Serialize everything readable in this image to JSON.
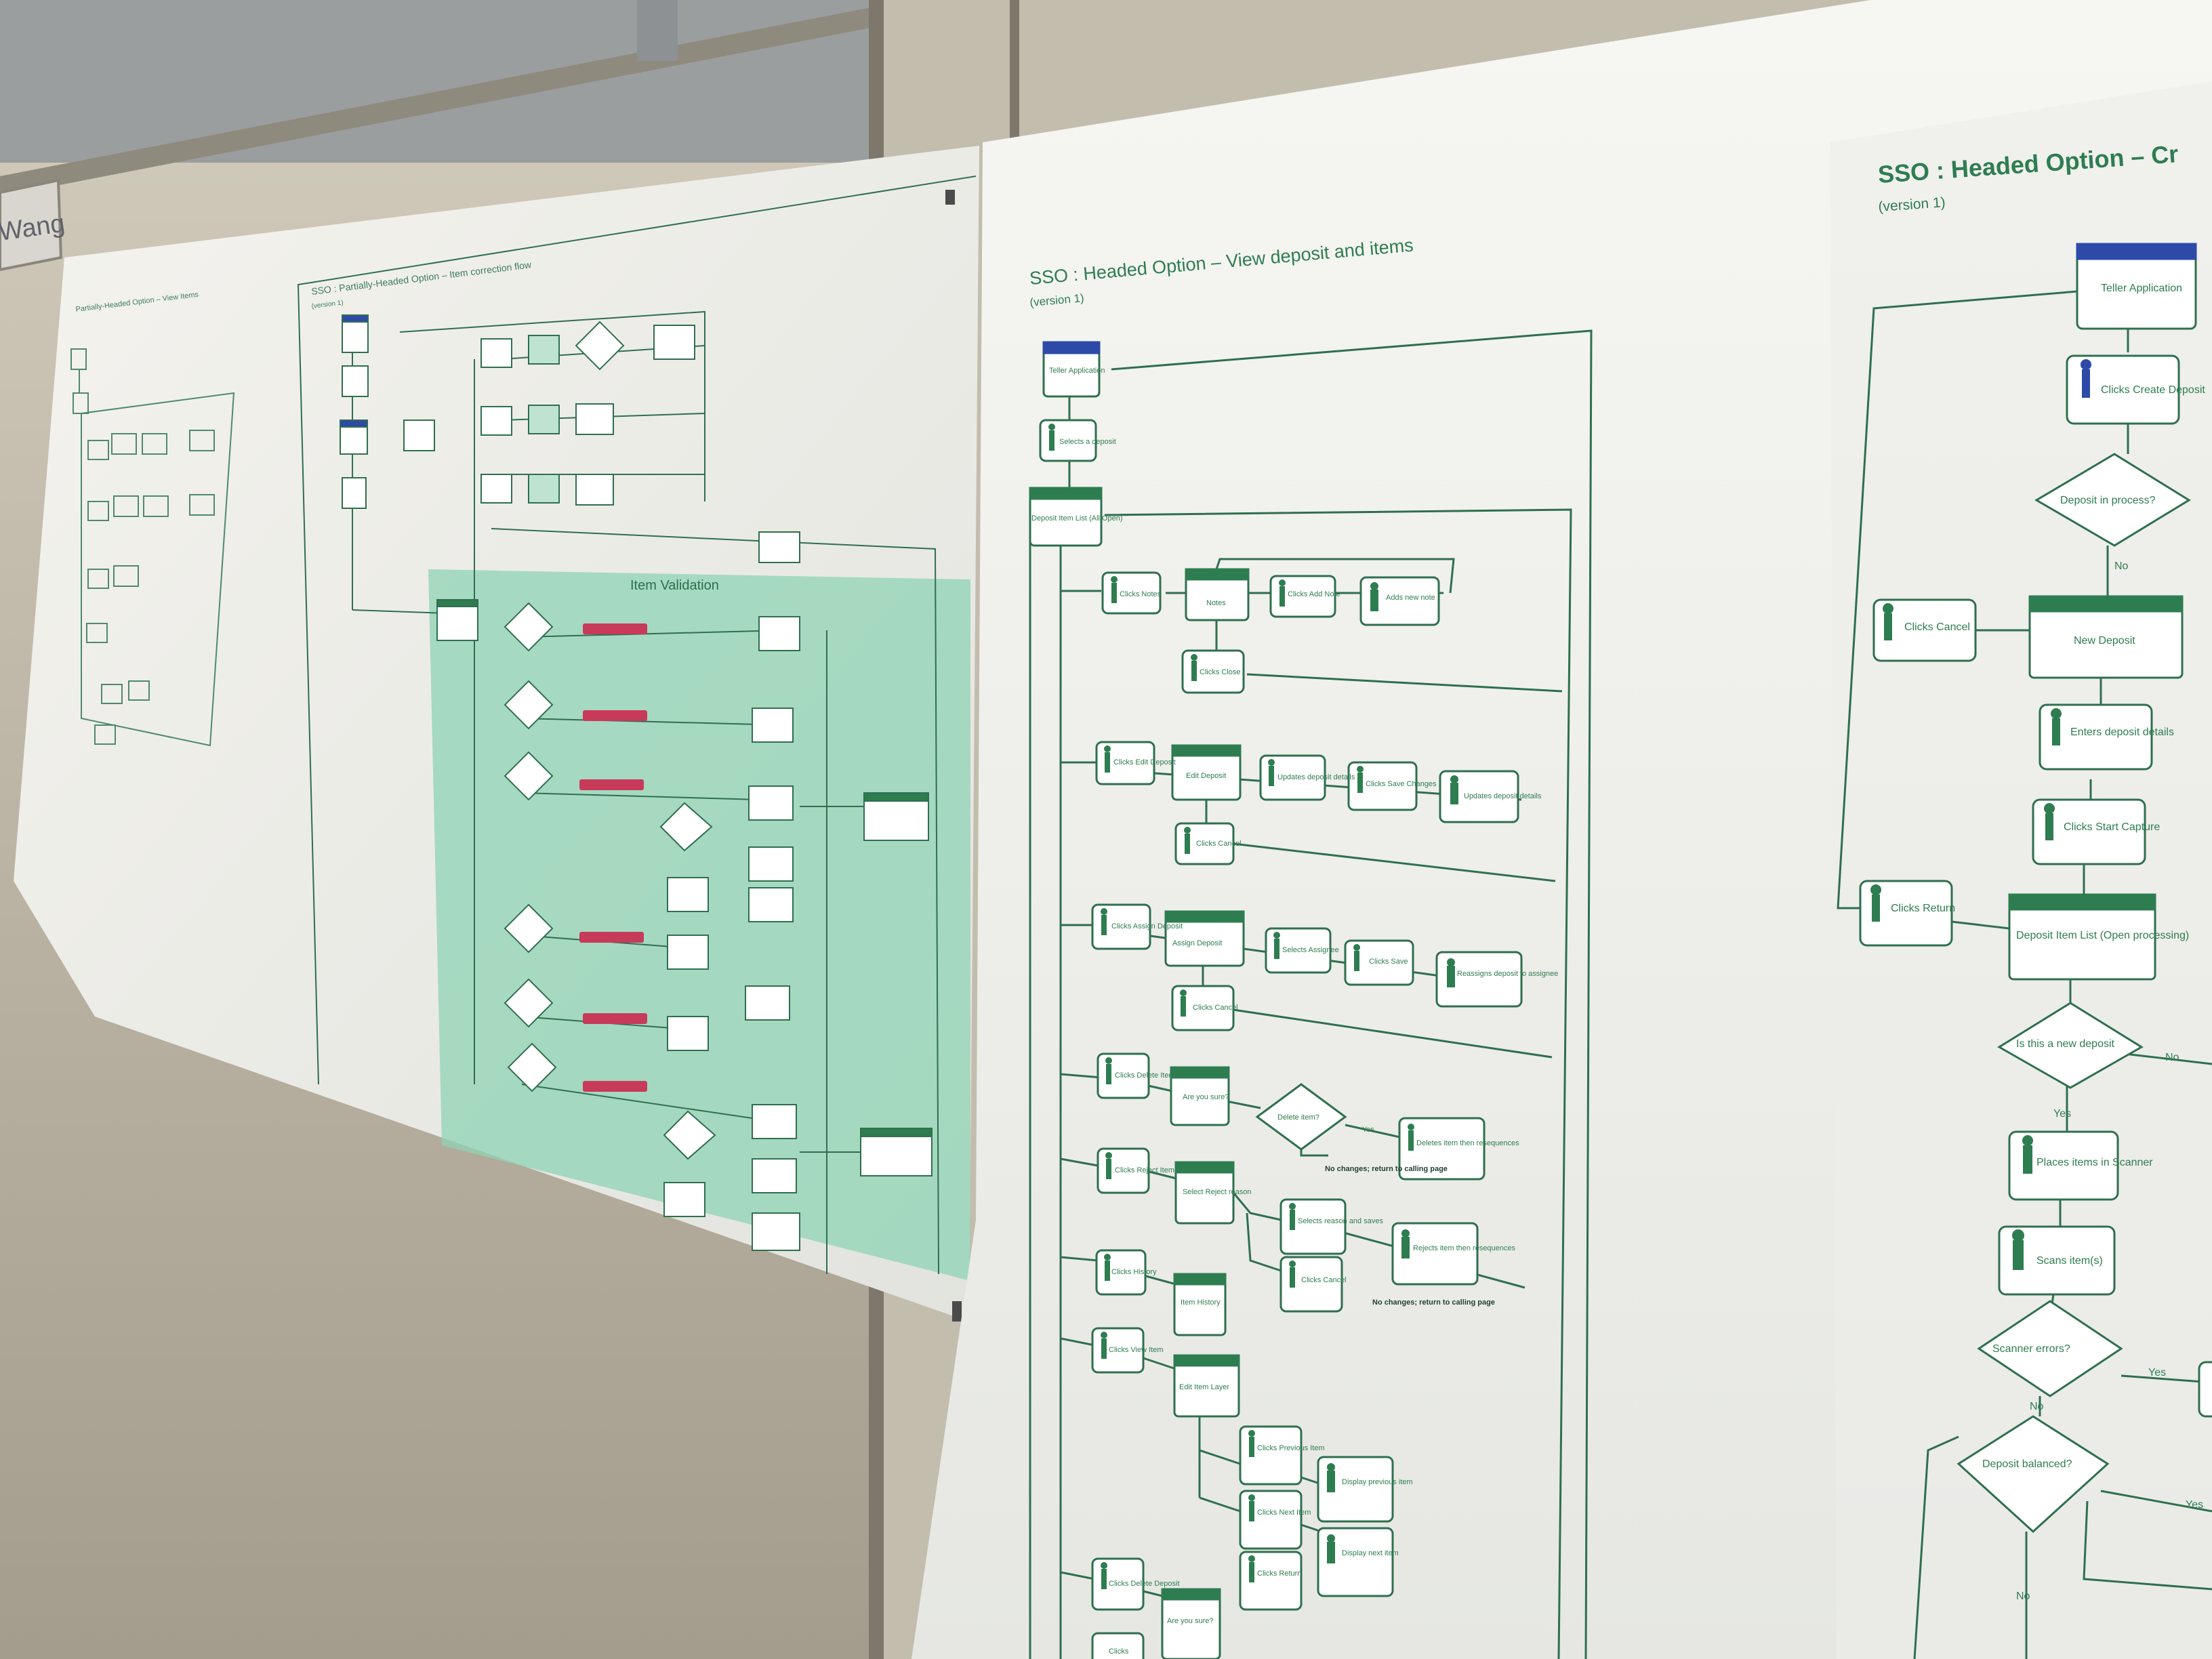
{
  "nameplate": {
    "text": "Wang"
  },
  "left_poster": {
    "tiny_title": "Partially-Headed Option – View Items",
    "title": "SSO : Partially-Headed Option – Item correction flow",
    "version": "(version 1)",
    "validation_label": "Item Validation"
  },
  "middle_poster": {
    "title": "SSO : Headed Option – View deposit and items",
    "version": "(version 1)",
    "nodes": {
      "teller_application": "Teller Application",
      "selects_deposit": "Selects a deposit",
      "deposit_item_list": "Deposit Item List (All Open)",
      "clicks_notes": "Clicks Notes",
      "notes": "Notes",
      "clicks_add_note": "Clicks Add Note",
      "adds_new_note": "Adds new note",
      "clicks_close": "Clicks Close",
      "clicks_edit_deposit": "Clicks Edit Deposit",
      "edit_deposit": "Edit Deposit",
      "updates_deposit_details": "Updates deposit details",
      "clicks_save_changes": "Clicks Save Changes",
      "updates_deposit_details_2": "Updates deposit details",
      "clicks_cancel": "Clicks Cancel",
      "clicks_assign_deposit": "Clicks Assign Deposit",
      "assign_deposit": "Assign Deposit",
      "selects_assignee": "Selects Assignee",
      "clicks_save": "Clicks Save",
      "reassigns_deposit": "Reassigns deposit to assignee",
      "clicks_cancel_2": "Clicks Cancel",
      "clicks_delete_item": "Clicks Delete Item",
      "are_you_sure": "Are you sure?",
      "delete_item_question": "Delete item?",
      "yes": "Yes",
      "deletes_item": "Deletes item then resequences",
      "no_changes_1": "No changes; return to calling page",
      "clicks_reject_item": "Clicks Reject Item",
      "select_reject_reason": "Select Reject reason",
      "selects_reason": "Selects reason and saves",
      "rejects_item": "Rejects item then resequences",
      "clicks_cancel_3": "Clicks Cancel",
      "no_changes_2": "No changes; return to calling page",
      "clicks_history": "Clicks History",
      "item_history": "Item History",
      "clicks_view_item": "Clicks View Item",
      "edit_item_layer": "Edit Item Layer",
      "clicks_previous_item": "Clicks Previous Item",
      "display_previous_item": "Display previous item",
      "clicks_next_item": "Clicks Next Item",
      "display_next_item": "Display next item",
      "clicks_return": "Clicks Return",
      "clicks_delete_deposit": "Clicks Delete Deposit",
      "are_you_sure_2": "Are you sure?",
      "clicks_2": "Clicks"
    }
  },
  "right_poster": {
    "title": "SSO : Headed Option – Cr",
    "version": "(version 1)",
    "nodes": {
      "teller_application": "Teller Application",
      "clicks_create_deposit": "Clicks Create Deposit",
      "deposit_in_process": "Deposit in process?",
      "no_label": "No",
      "clicks_cancel": "Clicks Cancel",
      "new_deposit": "New Deposit",
      "enters_deposit_details": "Enters deposit details",
      "clicks_start_capture": "Clicks Start Capture",
      "clicks_return": "Clicks Return",
      "deposit_item_list": "Deposit Item List (Open processing)",
      "is_new_deposit": "Is this a new deposit",
      "no_label_2": "No",
      "yes_label": "Yes",
      "places_items": "Places items in Scanner",
      "scans_items": "Scans item(s)",
      "scanner_errors": "Scanner errors?",
      "yes_label_2": "Yes",
      "no_label_3": "No",
      "deposit_balanced": "Deposit balanced?",
      "yes_label_3": "Yes",
      "no_label_4": "No"
    }
  }
}
